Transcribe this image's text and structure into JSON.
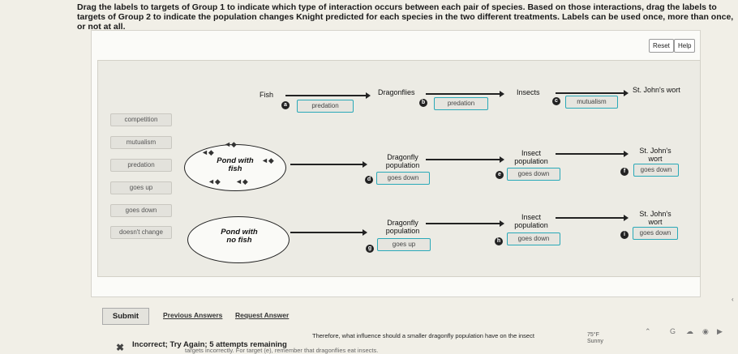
{
  "instruction": "Drag the labels to targets of Group 1 to indicate which type of interaction occurs between each pair of species. Based on those interactions, drag the labels to targets of Group 2 to indicate the population changes Knight predicted for each species in the two different treatments. Labels can be used once, more than once, or not at all.",
  "toolbar": {
    "reset": "Reset",
    "help": "Help"
  },
  "label_bank": [
    "competition",
    "mutualism",
    "predation",
    "goes up",
    "goes down",
    "doesn't change"
  ],
  "group1": {
    "fish": "Fish",
    "dragonflies": "Dragonflies",
    "insects": "Insects",
    "wort": "St. John's wort",
    "targets": [
      {
        "letter": "a",
        "value": "predation"
      },
      {
        "letter": "b",
        "value": "predation"
      },
      {
        "letter": "c",
        "value": "mutualism"
      }
    ]
  },
  "treatment1": {
    "pond": "Pond with fish",
    "dragonfly_pop": "Dragonfly population",
    "insect_pop": "Insect population",
    "wort_pop": "St. John's wort population",
    "targets": [
      {
        "letter": "d",
        "value": "goes down"
      },
      {
        "letter": "e",
        "value": "goes down"
      },
      {
        "letter": "f",
        "value": "goes down"
      }
    ]
  },
  "treatment2": {
    "pond": "Pond with no fish",
    "dragonfly_pop": "Dragonfly population",
    "insect_pop": "Insect population",
    "wort_pop": "St. John's wort population",
    "targets": [
      {
        "letter": "g",
        "value": "goes up"
      },
      {
        "letter": "h",
        "value": "goes down"
      },
      {
        "letter": "i",
        "value": "goes down"
      }
    ]
  },
  "footer": {
    "submit": "Submit",
    "previous_answers": "Previous Answers",
    "request_answer": "Request Answer",
    "feedback_icon": "✖",
    "feedback_title": "Incorrect; Try Again; 5 attempts remaining",
    "feedback_msg": "Therefore, what influence should a smaller dragonfly population have on the insect",
    "feedback_sub": "targets incorrectly. For target (e), remember that dragonflies eat insects.",
    "temp": "75°F",
    "weather": "Sunny"
  }
}
